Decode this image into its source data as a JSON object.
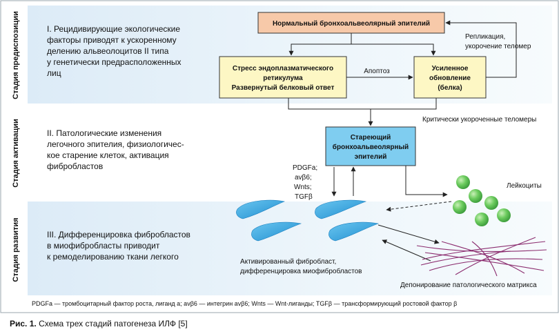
{
  "stages": {
    "predisposition": "Стадия предиспозиции",
    "activation": "Стадия активации",
    "development": "Стадия развития"
  },
  "descriptions": {
    "d1": [
      "I. Рецидивирующие экологические",
      "факторы приводят к ускоренному",
      "делению альвеолоцитов II типа",
      "у генетически предрасположенных",
      "лиц"
    ],
    "d2": [
      "II. Патологические изменения",
      "легочного эпителия, физиологичес-",
      "кое старение клеток, активация",
      "фибробластов"
    ],
    "d3": [
      "III. Дифференцировка фибробластов",
      "в миофибробласты приводит",
      "к ремоделированию ткани легкого"
    ]
  },
  "boxes": {
    "normal": "Нормальный бронхоальвеолярный эпителий",
    "stress": [
      "Стресс эндоплазматического",
      "ретикулума",
      "Развернутый белковый ответ"
    ],
    "renewal": [
      "Усиленное",
      "обновление",
      "(белка)"
    ],
    "aging": [
      "Стареющий",
      "бронхоальвеолярный",
      "эпителий"
    ]
  },
  "labels": {
    "replication": [
      "Репликация,",
      "укорочение теломер"
    ],
    "apoptosis": "Апоптоз",
    "telomeres": "Критически укороченные теломеры",
    "factors": [
      "PDGFa;",
      "avβ6;",
      "Wnts;",
      "TGFβ"
    ],
    "leukocytes": "Лейкоциты",
    "fibroblast": [
      "Активированный фибробласт,",
      "дифференцировка миофибробластов"
    ],
    "matrix": "Депонирование патологического матрикса"
  },
  "footnote": "PDGFa — тромбоцитарный фактор роста, лиганд а; avβ6 — интегрин avβ6; Wnts — Wnt-лиганды; TGFβ — трансформирующий ростовой фактор β",
  "caption": {
    "prefix": "Рис. 1.",
    "text": " Схема трех стадий патогенеза ИЛФ [5]"
  },
  "colors": {
    "band_bg": "#e7f2fa",
    "normal_box": "#f7c9a9",
    "yellow_box": "#fdf7c4",
    "aging_box": "#7fcdf0",
    "leukocyte": "#5ec45a",
    "fibroblast": "#2ea3df",
    "matrix": "#8a2b6e"
  }
}
